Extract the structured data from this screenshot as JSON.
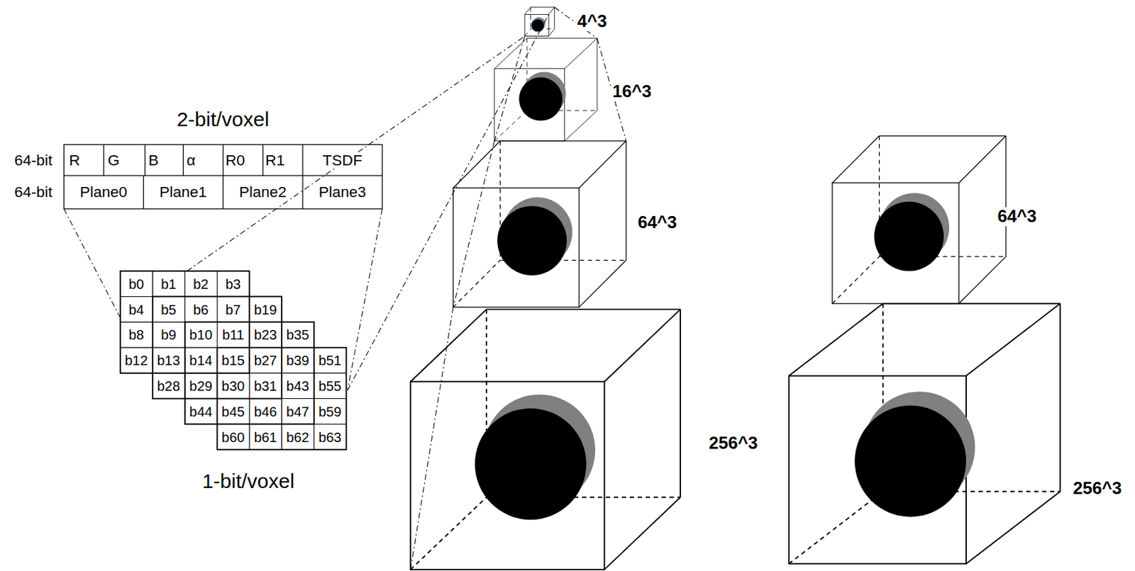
{
  "diagram": {
    "labels": [
      "2-bit/voxel",
      "64-bit",
      "R",
      "G",
      "B",
      "α",
      "R0",
      "R1",
      "TSDF",
      "64-bit",
      "Plane0",
      "Plane1",
      "Plane2",
      "Plane3",
      "b0",
      "b1",
      "b2",
      "b3",
      "b4",
      "b5",
      "b6",
      "b7",
      "b19",
      "b8",
      "b9",
      "b10",
      "b11",
      "b23",
      "b35",
      "b12",
      "b13",
      "b14",
      "b15",
      "b27",
      "b39",
      "b51",
      "b28",
      "b29",
      "b30",
      "b31",
      "b43",
      "b55",
      "b44",
      "b45",
      "b46",
      "b47",
      "b59",
      "b60",
      "b61",
      "b62",
      "b63",
      "1-bit/voxel",
      "4^3",
      "16^3",
      "64^3",
      "256^3",
      "64^3",
      "256^3"
    ]
  }
}
